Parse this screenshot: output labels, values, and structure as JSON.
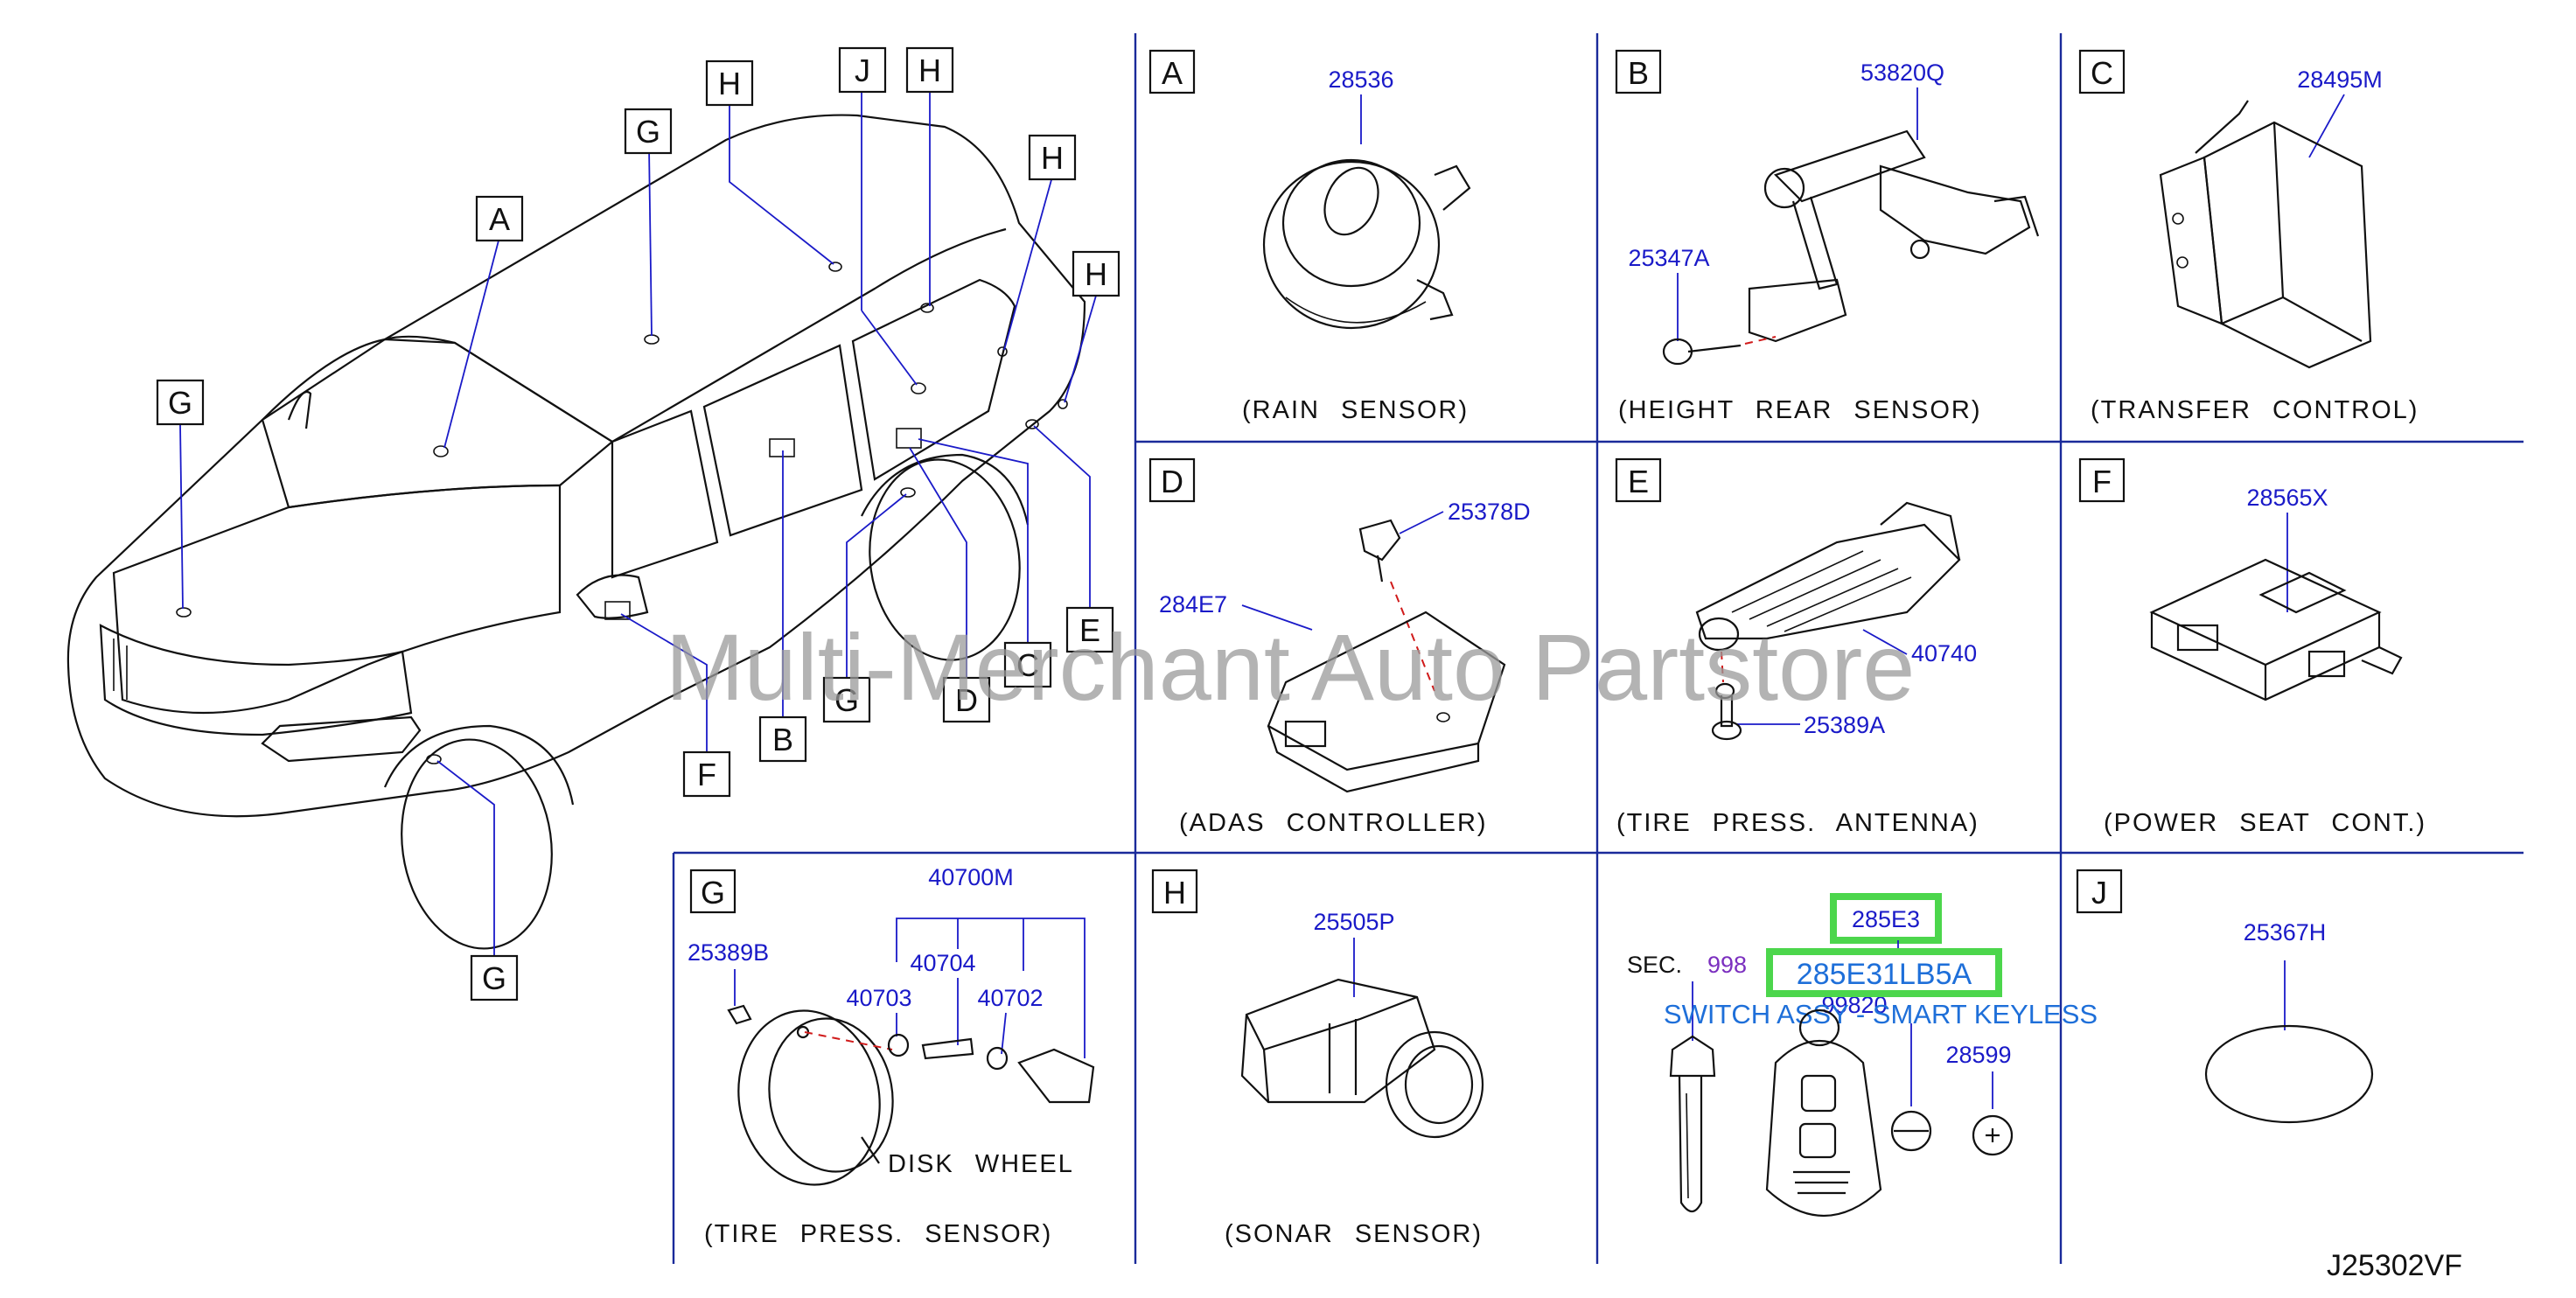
{
  "diagram_code": "J25302VF",
  "watermark": "Multi-Merchant Auto Partstore",
  "vehicle_callouts": [
    "H",
    "J",
    "H",
    "G",
    "H",
    "A",
    "H",
    "G",
    "E",
    "C",
    "G",
    "D",
    "B",
    "F",
    "G"
  ],
  "panels": [
    {
      "letter": "A",
      "parts": [
        "28536"
      ],
      "caption": "(RAIN  SENSOR)"
    },
    {
      "letter": "B",
      "parts": [
        "53820Q",
        "25347A"
      ],
      "caption": "(HEIGHT  REAR  SENSOR)"
    },
    {
      "letter": "C",
      "parts": [
        "28495M"
      ],
      "caption": "(TRANSFER  CONTROL)"
    },
    {
      "letter": "D",
      "parts": [
        "25378D",
        "284E7"
      ],
      "caption": "(ADAS  CONTROLLER)"
    },
    {
      "letter": "E",
      "parts": [
        "40740",
        "25389A"
      ],
      "caption": "(TIRE  PRESS.  ANTENNA)"
    },
    {
      "letter": "F",
      "parts": [
        "28565X"
      ],
      "caption": "(POWER  SEAT  CONT.)"
    },
    {
      "letter": "G",
      "parts": [
        "40700M",
        "25389B",
        "40704",
        "40703",
        "40702"
      ],
      "extra_label": "DISK  WHEEL",
      "caption": "(TIRE  PRESS.  SENSOR)"
    },
    {
      "letter": "H",
      "parts": [
        "25505P"
      ],
      "caption": "(SONAR  SENSOR)"
    },
    {
      "letter": "",
      "parts": [
        "285E3",
        "99820",
        "28599"
      ],
      "sec_label": "SEC.",
      "sec_number": "998",
      "highlight_part": "285E31LB5A",
      "highlight_desc": "SWITCH ASSY - SMART KEYLESS"
    },
    {
      "letter": "J",
      "parts": [
        "25367H"
      ],
      "caption": ""
    }
  ],
  "colors": {
    "part_number": "#1a1ac8",
    "highlight_box": "#4cd64c",
    "highlight_text": "#1e6fd9",
    "sec_number": "#7b2fbf",
    "grid": "#1a2a9a",
    "watermark": "#9a9a9a"
  }
}
